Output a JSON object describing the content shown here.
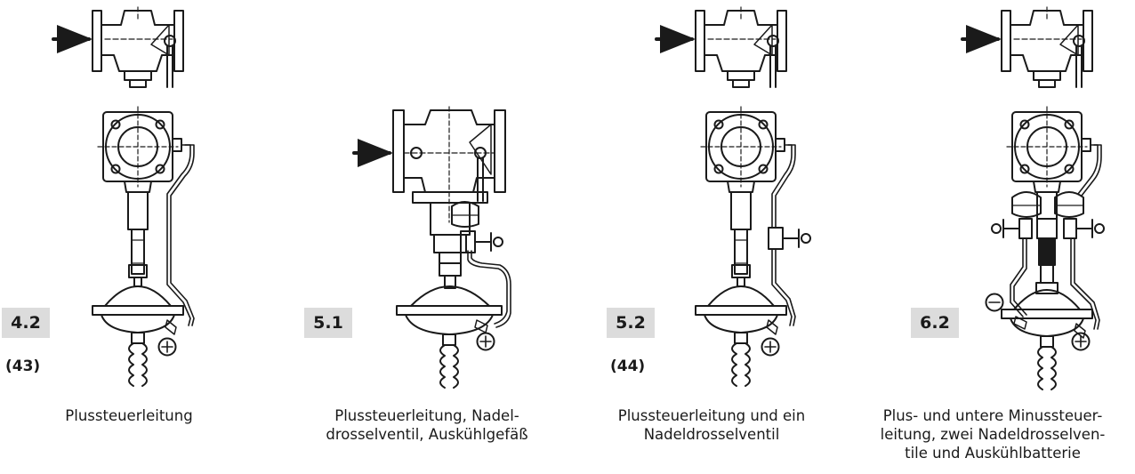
{
  "panels": [
    {
      "id": "4.2",
      "badge": "4.2",
      "reference": "(43)",
      "caption_lines": [
        "Plussteuerleitung"
      ],
      "sign": "+"
    },
    {
      "id": "5.1",
      "badge": "5.1",
      "reference": "",
      "caption_lines": [
        "Plussteuerleitung, Nadel-",
        "drosselventil, Auskühlgefäß"
      ],
      "sign": "+"
    },
    {
      "id": "5.2",
      "badge": "5.2",
      "reference": "(44)",
      "caption_lines": [
        "Plussteuerleitung und ein",
        "Nadeldrosselventil"
      ],
      "sign": "+"
    },
    {
      "id": "6.2",
      "badge": "6.2",
      "reference": "",
      "caption_lines": [
        "Plus- und untere Minussteuer-",
        "leitung, zwei Nadeldrosselven-",
        "tile und Auskühlbatterie"
      ],
      "sign_plus": "+",
      "sign_minus": "−"
    }
  ],
  "colors": {
    "line": "#1a1a1a",
    "badge_bg": "#dcdcdc",
    "background": "#ffffff"
  }
}
